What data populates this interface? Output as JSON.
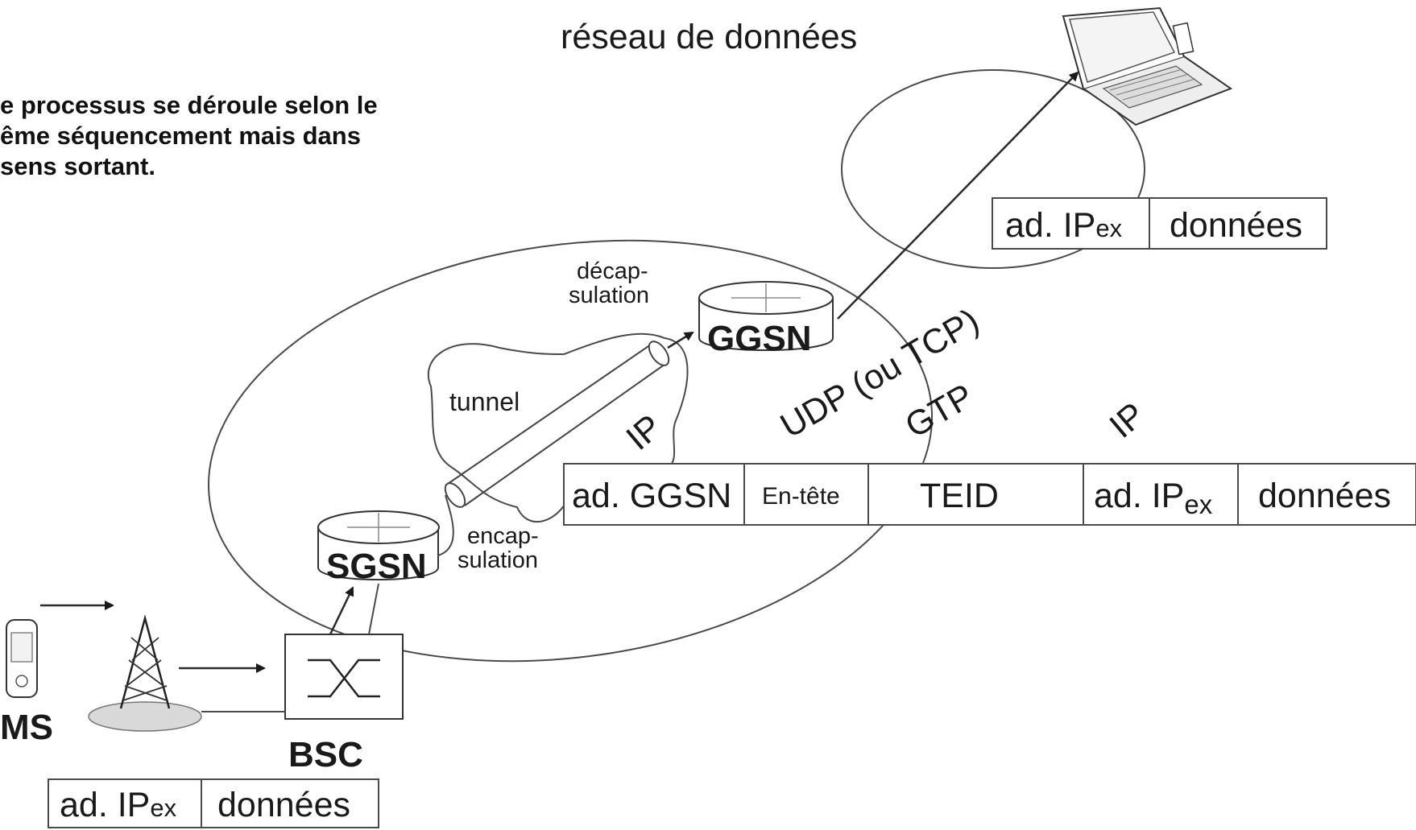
{
  "caption": {
    "line1": "e processus se déroule selon le",
    "line2": "ême séquencement mais dans",
    "line3": " sens  sortant."
  },
  "labels": {
    "network": "réseau de données",
    "tunnel": "tunnel",
    "decap": [
      "décap-",
      "sulation"
    ],
    "encap": [
      "encap-",
      "sulation"
    ],
    "ip_left": "IP",
    "udp": "UDP (ou TCP)",
    "gtp": "GTP",
    "ip_right": "IP"
  },
  "nodes": {
    "ggsn": "GGSN",
    "sgsn": "SGSN",
    "bsc": "BSC",
    "ms": "MS"
  },
  "packet_top": {
    "addr": "ad. IP",
    "addr_sub": "ex",
    "payload": "données"
  },
  "packet_main": {
    "addr_ggsn": "ad. GGSN",
    "header": "En-tête",
    "teid": "TEID",
    "addr": "ad. IP",
    "addr_sub": "ex",
    "payload": "données"
  },
  "packet_bottom": {
    "addr": "ad. IP",
    "addr_sub": "ex",
    "payload": "données"
  },
  "icons": [
    "laptop-icon",
    "router-icon",
    "antenna-tower-icon",
    "mobile-phone-icon",
    "switch-icon"
  ]
}
